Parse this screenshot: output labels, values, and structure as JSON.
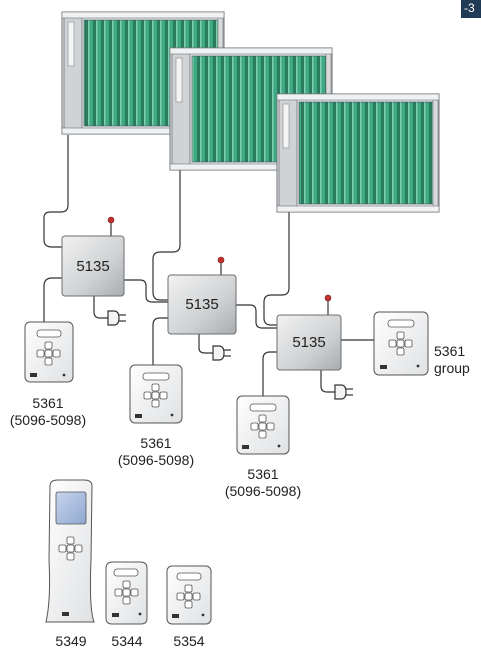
{
  "corner_tag": "-3",
  "controllers": [
    {
      "label": "5135"
    },
    {
      "label": "5135"
    },
    {
      "label": "5135"
    }
  ],
  "keypads": [
    {
      "model": "5361",
      "range": "(5096-5098)"
    },
    {
      "model": "5361",
      "range": "(5096-5098)"
    },
    {
      "model": "5361",
      "range": "(5096-5098)"
    },
    {
      "model": "5361",
      "range": "group"
    }
  ],
  "handsets": [
    {
      "model": "5349"
    },
    {
      "model": "5344"
    },
    {
      "model": "5354"
    }
  ],
  "colors": {
    "curtain_green": "#3fa884",
    "curtain_dark": "#2b7a5c",
    "frame_grey": "#cfd3d6",
    "controller_grey": "#c9cbcd",
    "antenna_red": "#c0312f",
    "wire": "#333333"
  }
}
